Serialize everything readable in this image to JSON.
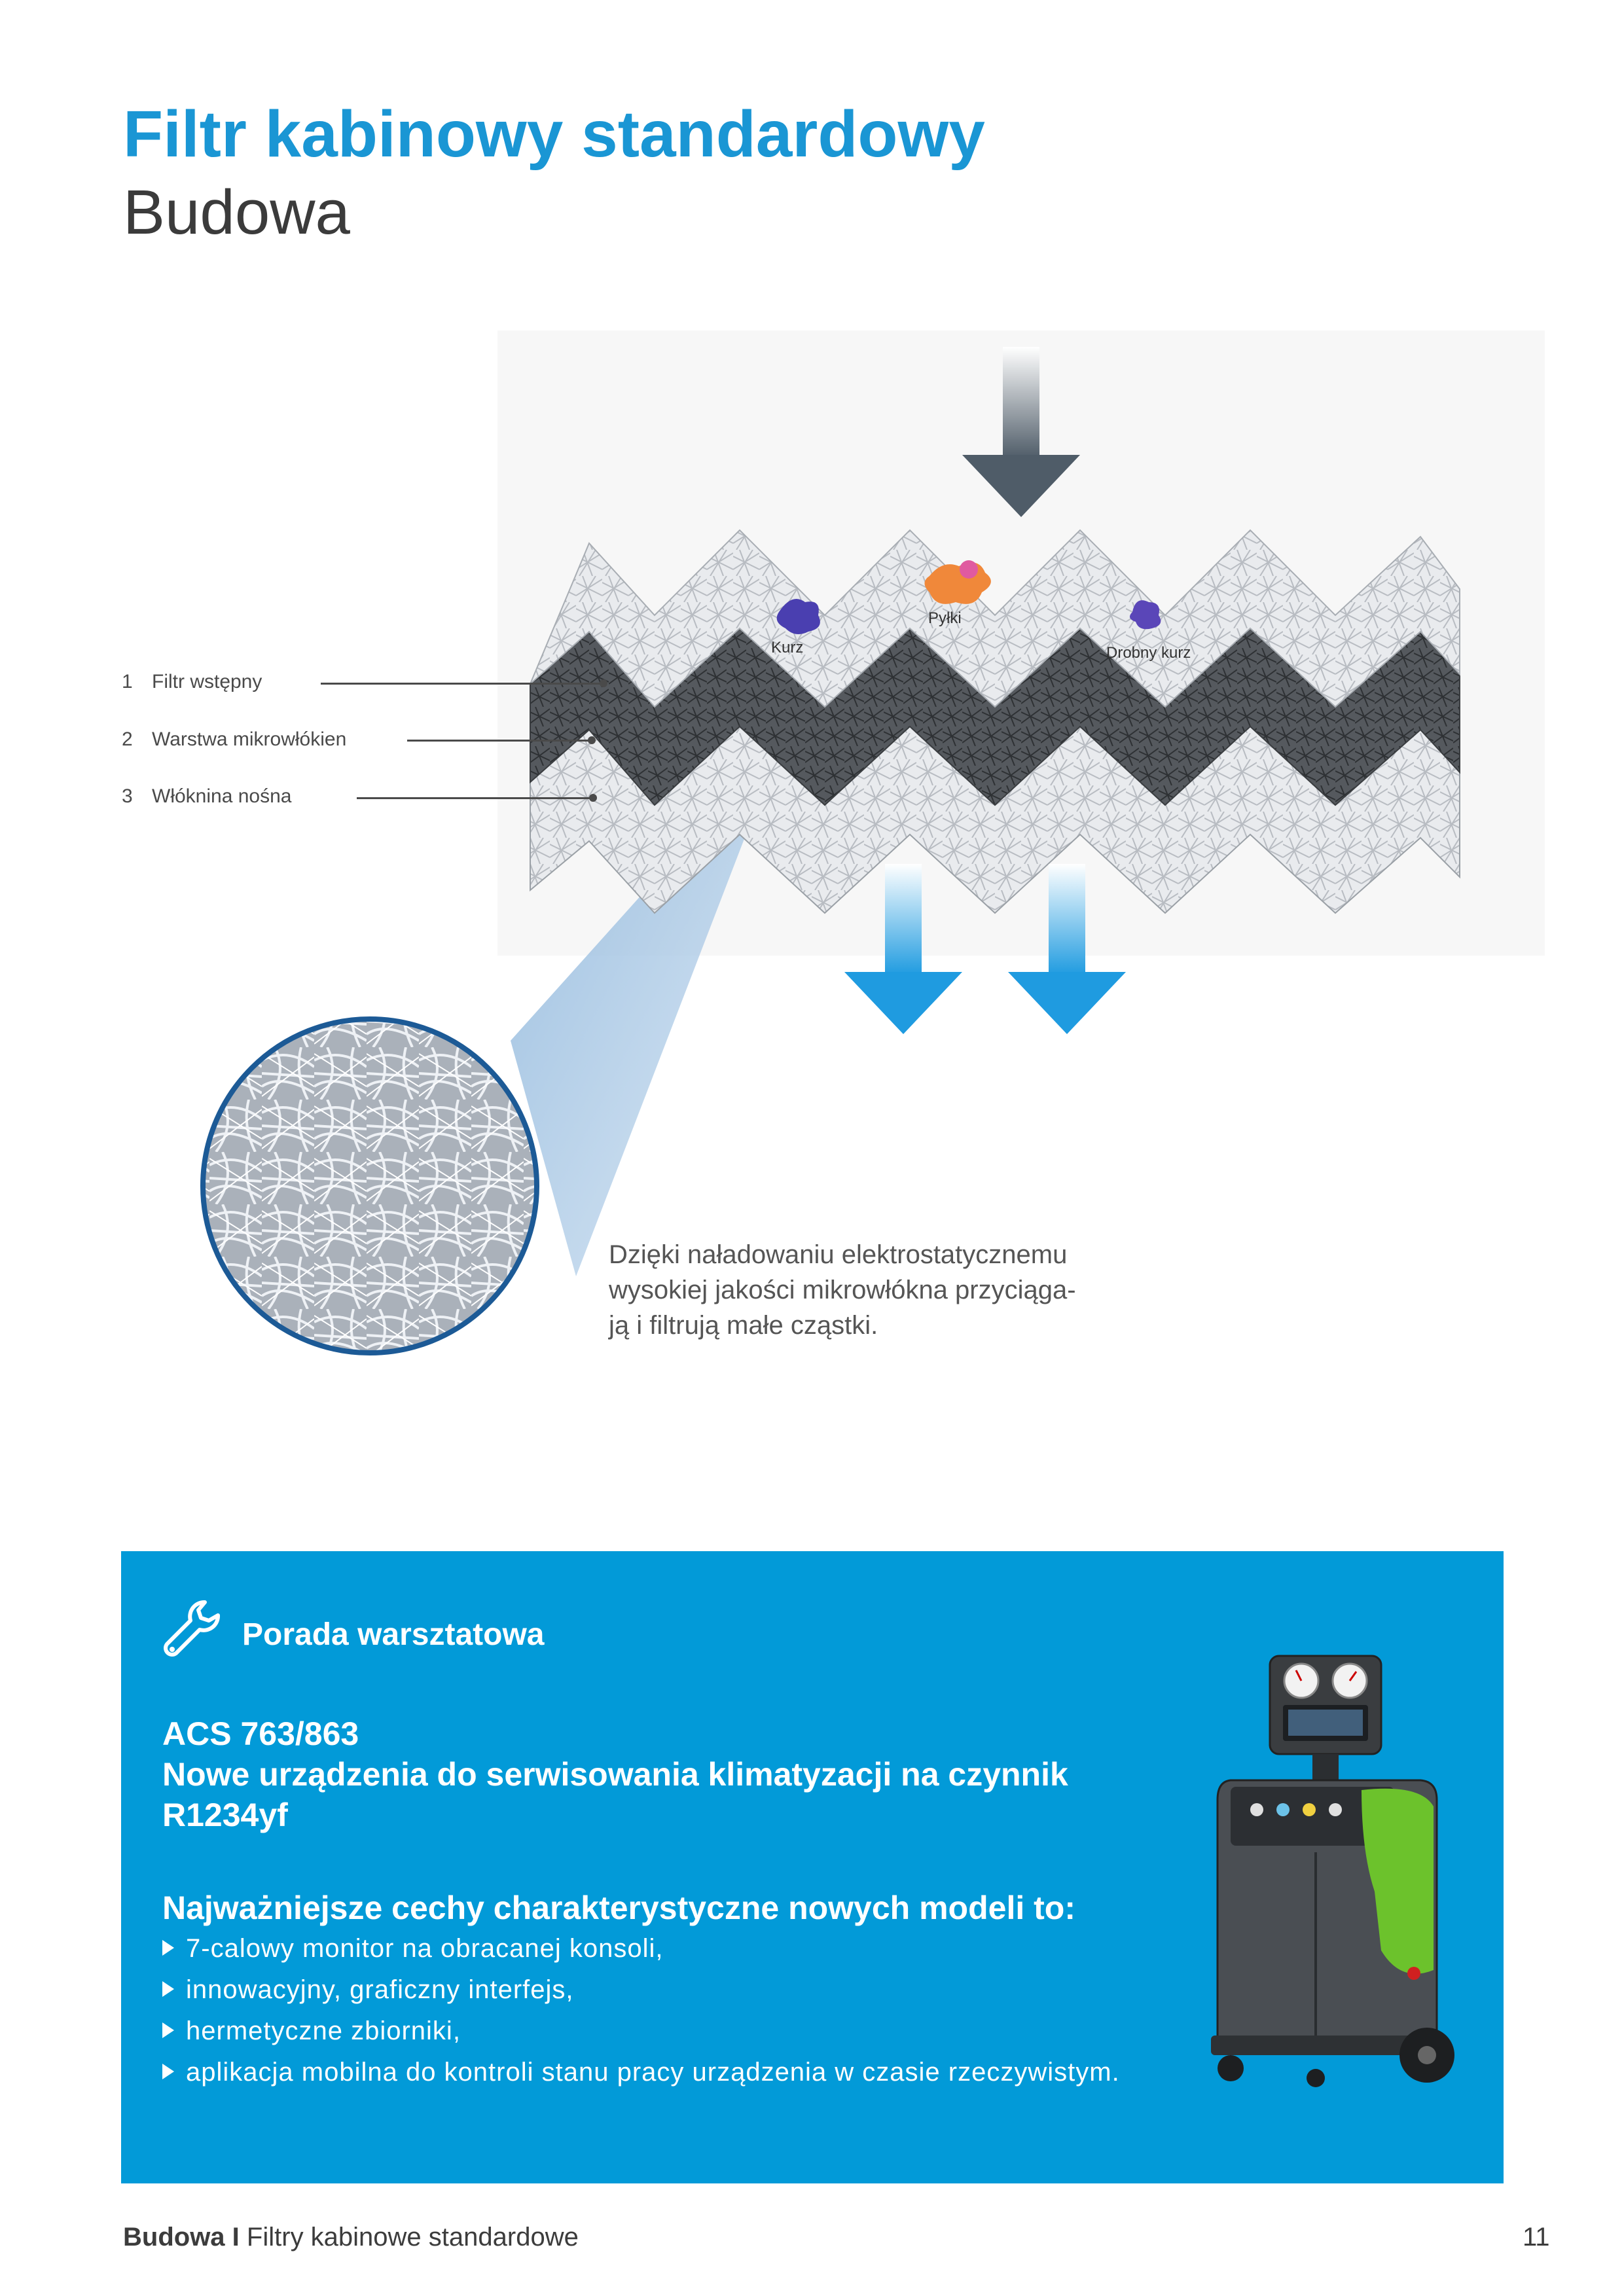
{
  "header": {
    "title": "Filtr kabinowy standardowy",
    "subtitle": "Budowa"
  },
  "diagram": {
    "layers": [
      {
        "number": "1",
        "label": "Filtr wstępny"
      },
      {
        "number": "2",
        "label": "Warstwa mikrowłókien"
      },
      {
        "number": "3",
        "label": "Włóknina nośna"
      }
    ],
    "particles": [
      {
        "label": "Kurz",
        "color": "#4a3fb0"
      },
      {
        "label": "Pyłki",
        "color": "#f0883a"
      },
      {
        "label": "Drobny kurz",
        "color": "#5a46b8"
      }
    ],
    "caption": "Dzięki naładowaniu elektrostatycznemu wysokiej jakości mikrowłókna przyciąga-ją i filtrują małe cząstki.",
    "caption_lines": [
      "Dzięki naładowaniu elektrostatycznemu",
      "wysokiej jakości mikrowłókna przyciąga-",
      "ją i filtrują małe cząstki."
    ],
    "colors": {
      "inflow_arrow": "#5a6a78",
      "outflow_arrow": "#2a9fe0",
      "zoom_circle_border": "#1c5a96"
    }
  },
  "tip": {
    "icon": "wrench-icon",
    "title": "Porada warsztatowa",
    "product_model": "ACS 763/863",
    "product_description_line1": "Nowe urządzenia do serwisowania klimatyzacji na czynnik",
    "product_description_line2": "R1234yf",
    "features_heading": "Najważniejsze cechy charakterystyczne nowych modeli to:",
    "features": [
      "7-calowy monitor na obracanej konsoli,",
      "innowacyjny, graficzny interfejs,",
      "hermetyczne zbiorniki,",
      "aplikacja mobilna do kontroli stanu pracy urządzenia w czasie rzeczywistym."
    ],
    "background_color": "#029ad8"
  },
  "footer": {
    "section": "Budowa",
    "separator": "I",
    "chapter": "Filtry kabinowe standardowe",
    "page_number": "11"
  }
}
